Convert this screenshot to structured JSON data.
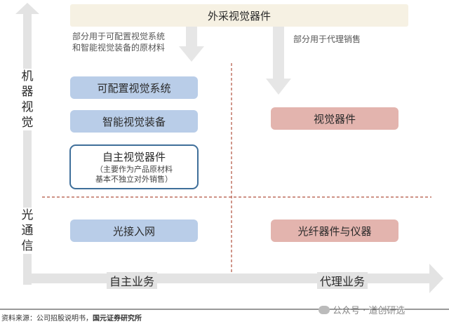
{
  "title_box": "外采视觉器件",
  "note_left_line1": "部分用于可配置视觉系统",
  "note_left_line2": "和智能视觉装备的原材料",
  "note_right": "部分用于代理销售",
  "y_axis_top": "机器视觉",
  "y_axis_bottom": "光通信",
  "x_axis_left": "自主业务",
  "x_axis_right": "代理业务",
  "boxes": {
    "configurable_system": "可配置视觉系统",
    "smart_equipment": "智能视觉装备",
    "own_components_title": "自主视觉器件",
    "own_components_sub1": "（主要作为产品原材料",
    "own_components_sub2": "基本不独立对外销售）",
    "vision_components": "视觉器件",
    "optical_access": "光接入网",
    "fiber_devices": "光纤器件与仪器"
  },
  "source": "资料来源：公司招股说明书，",
  "source_org": "国元证券研究所",
  "watermark": "公众号 · 道创研选",
  "colors": {
    "blue_box": "#b9cde8",
    "pink_box": "#e3b4ae",
    "cream_box": "#f6f1e3",
    "axis_gray": "#e3e3e3",
    "dashed_red": "#b0523e"
  }
}
